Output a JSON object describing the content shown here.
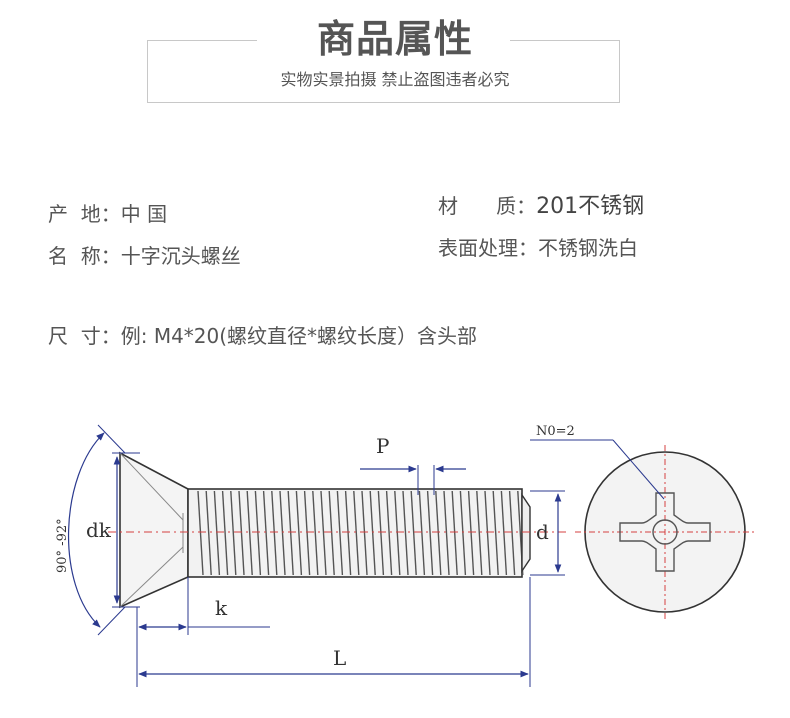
{
  "header": {
    "title": "商品属性",
    "subtitle": "实物实景拍摄  禁止盗图违者必究"
  },
  "specs": {
    "origin_label": "产  地：",
    "origin_value": "中 国",
    "material_label": "材      质：",
    "material_value": "201不锈钢",
    "name_label": "名  称：",
    "name_value": "十字沉头螺丝",
    "surface_label": "表面处理：",
    "surface_value": "不锈钢洗白",
    "size_label": "尺  寸：",
    "size_value": "例: M4*20(螺纹直径*螺纹长度）含头部"
  },
  "diagram": {
    "pitch_label": "P",
    "head_dia_label": "dk",
    "angle_label": "90° -92°",
    "head_height_label": "k",
    "length_label": "L",
    "thread_dia_label": "d",
    "drive_label": "N0=2"
  },
  "colors": {
    "dimension": "#2b3a8f",
    "outline": "#333333",
    "centerline": "#d44040",
    "text": "#555555"
  }
}
